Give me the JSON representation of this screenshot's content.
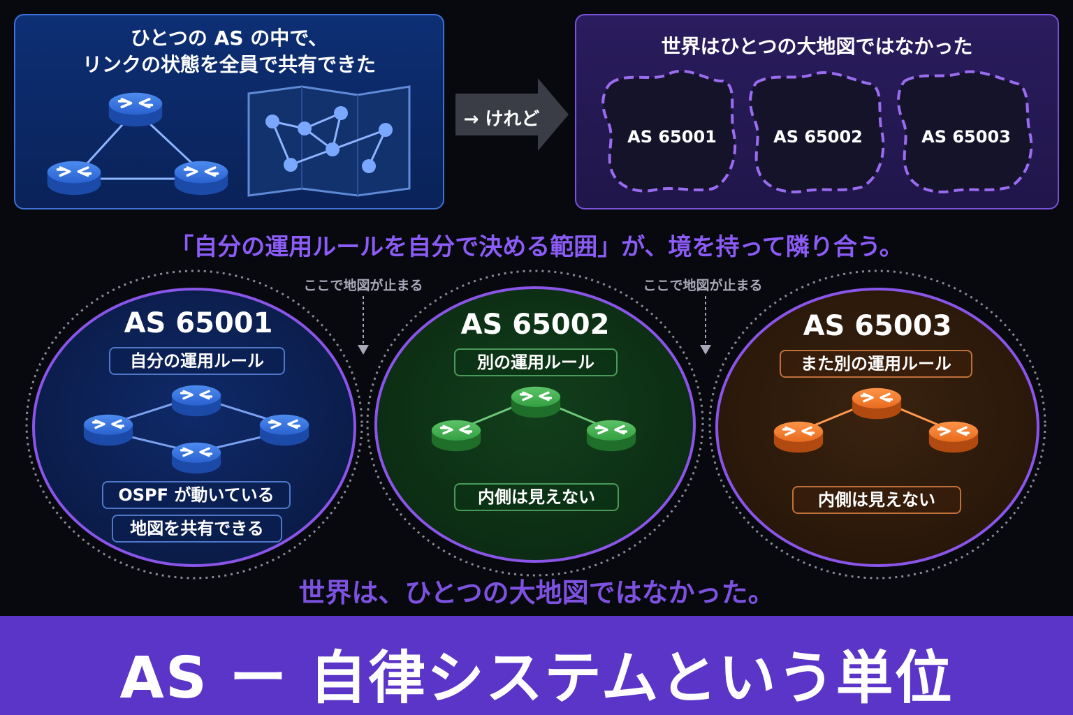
{
  "top_left": {
    "title_line1": "ひとつの AS の中で、",
    "title_line2": "リンクの状態を全員で共有できた",
    "router_icon": "router-icon",
    "map_icon": "map-icon"
  },
  "arrow": {
    "label": "→ けれど",
    "icon": "arrow-right-icon"
  },
  "top_right": {
    "title": "世界はひとつの大地図ではなかった",
    "regions": [
      "AS 65001",
      "AS 65002",
      "AS 65003"
    ]
  },
  "subtitle": "「自分の運用ルールを自分で決める範囲」が、境を持って隣り合う。",
  "boundaries": [
    {
      "label": "ここで地図が止まる"
    },
    {
      "label": "ここで地図が止まる"
    }
  ],
  "systems": [
    {
      "name": "AS 65001",
      "rule": "自分の運用ルール",
      "notes": [
        "OSPF が動いている",
        "地図を共有できる"
      ],
      "color": "#2f6fe0"
    },
    {
      "name": "AS 65002",
      "rule": "別の運用ルール",
      "notes": [
        "内側は見えない"
      ],
      "color": "#3aa54a"
    },
    {
      "name": "AS 65003",
      "rule": "また別の運用ルール",
      "notes": [
        "内側は見えない"
      ],
      "color": "#f07a2a"
    }
  ],
  "bottom_subtitle": "世界は、ひとつの大地図ではなかった。",
  "banner_title": "AS ー 自律システムという単位"
}
